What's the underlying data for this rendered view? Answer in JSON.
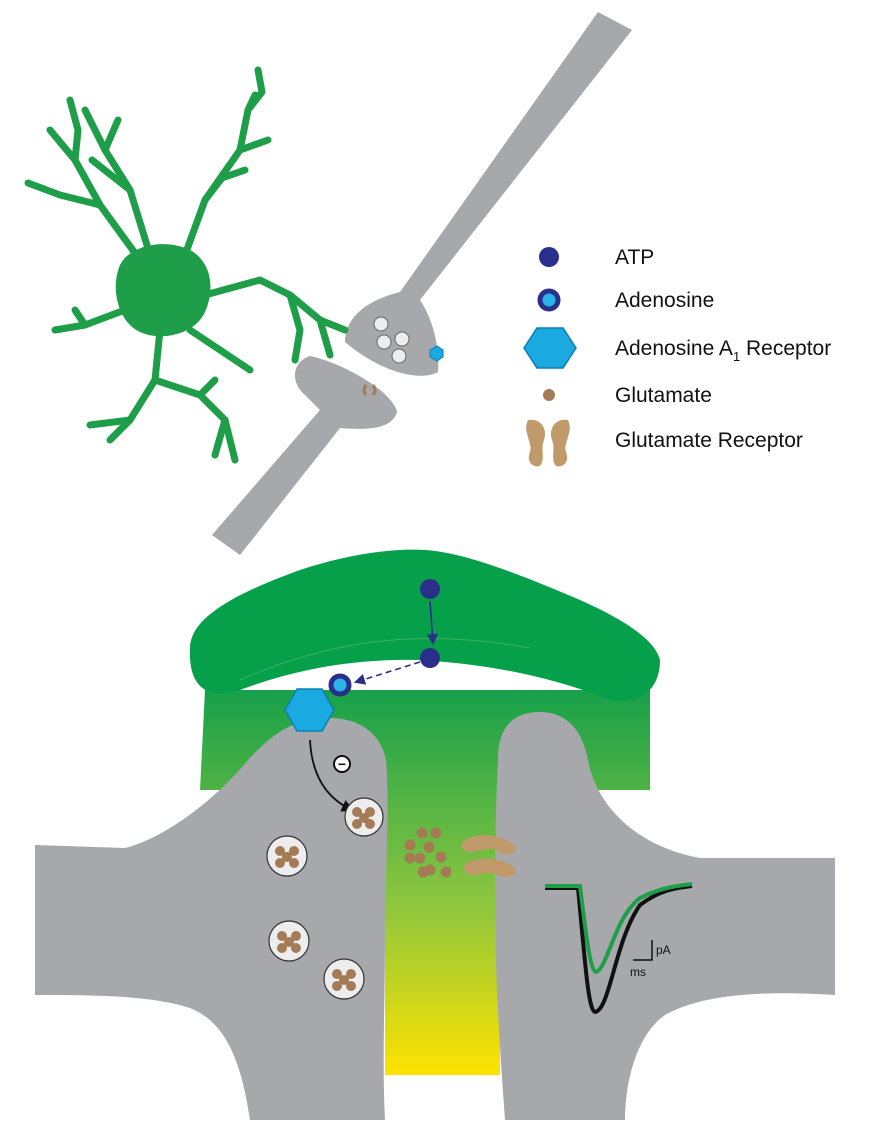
{
  "legend": {
    "items": [
      {
        "id": "atp",
        "label": "ATP"
      },
      {
        "id": "adenosine",
        "label": "Adenosine"
      },
      {
        "id": "a1",
        "label_main": "Adenosine A",
        "label_sub": "1",
        "label_tail": " Receptor"
      },
      {
        "id": "glutamate",
        "label": "Glutamate"
      },
      {
        "id": "glu-receptor",
        "label": "Glutamate Receptor"
      }
    ]
  },
  "trace_scale": {
    "y_unit": "pA",
    "x_unit": "ms"
  },
  "inhibition_symbol": "−",
  "colors": {
    "membrane": "#a7a8ab",
    "astrocyte": "#1e9e49",
    "atp": "#2b2f8c",
    "adenosine_core": "#29b4e8",
    "a1_receptor": "#1aa9e1",
    "glutamate": "#a47b55",
    "glu_receptor": "#c19a6b",
    "vesicle": "#ededed",
    "trace_control": "#111111",
    "trace_adenosine": "#1e9e49"
  }
}
